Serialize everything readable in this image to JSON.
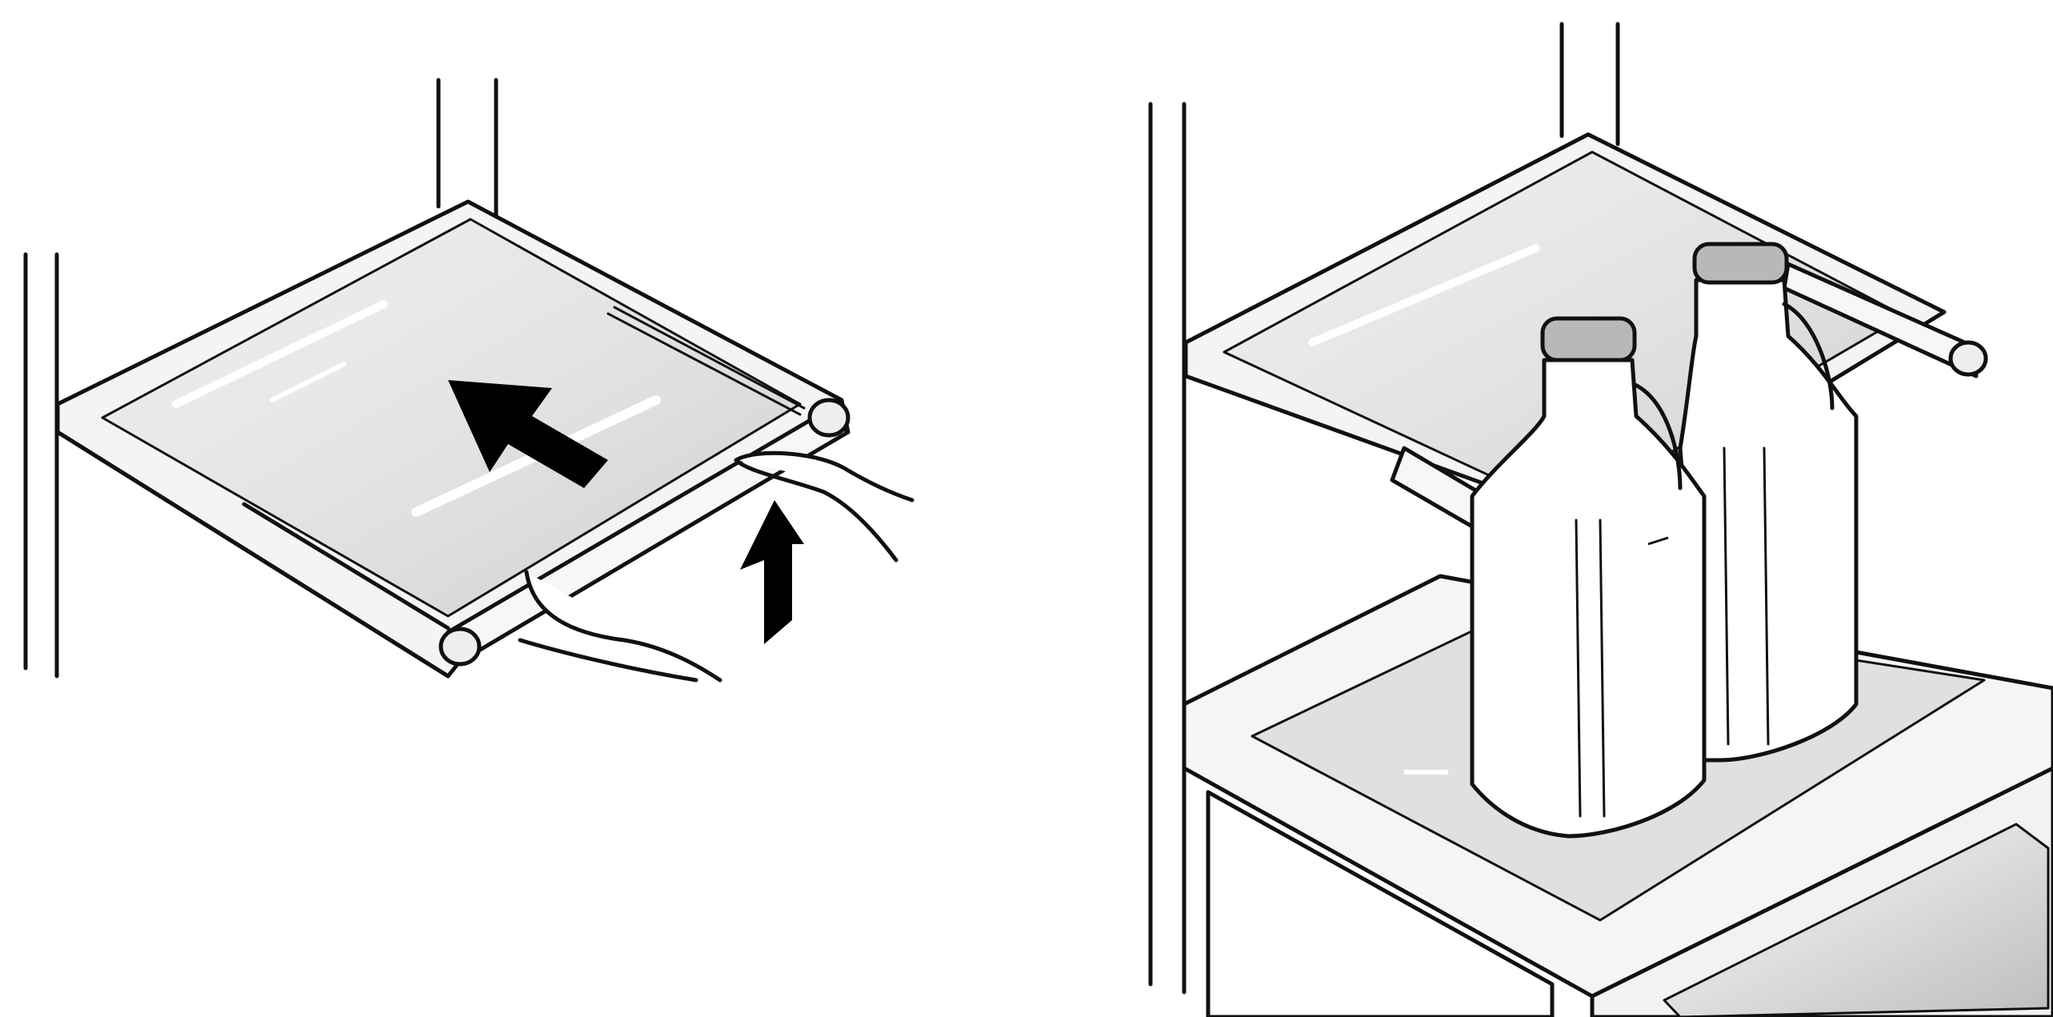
{
  "figure": {
    "panels": [
      {
        "id": "left",
        "description_label": "",
        "arrows": [
          "push-back-arrow",
          "lift-up-arrow"
        ]
      },
      {
        "id": "right",
        "description_label": "",
        "objects": [
          "bottle-left",
          "bottle-right"
        ]
      }
    ],
    "colors": {
      "ink": "#111111",
      "glass": "#e6e6e6",
      "glass_shade": "#cfcfcf",
      "frame": "#f4f4f4",
      "cap": "#b8b8b8",
      "arrow": "#000000"
    }
  }
}
